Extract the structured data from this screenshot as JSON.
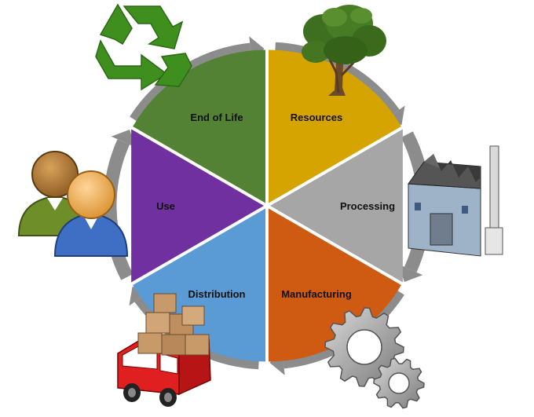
{
  "diagram": {
    "type": "circular-lifecycle",
    "segments": [
      {
        "id": "resources",
        "label": "Resources",
        "color": "#D6A400",
        "icon": "tree-icon"
      },
      {
        "id": "processing",
        "label": "Processing",
        "color": "#A6A6A6",
        "icon": "factory-icon"
      },
      {
        "id": "manufacturing",
        "label": "Manufacturing",
        "color": "#CF5A12",
        "icon": "gears-icon"
      },
      {
        "id": "distribution",
        "label": "Distribution",
        "color": "#5B9BD5",
        "icon": "delivery-truck-icon"
      },
      {
        "id": "use",
        "label": "Use",
        "color": "#7030A0",
        "icon": "people-icon"
      },
      {
        "id": "end-of-life",
        "label": "End of Life",
        "color": "#548235",
        "icon": "recycle-icon"
      }
    ],
    "ring_color": "#8C8C8C"
  }
}
